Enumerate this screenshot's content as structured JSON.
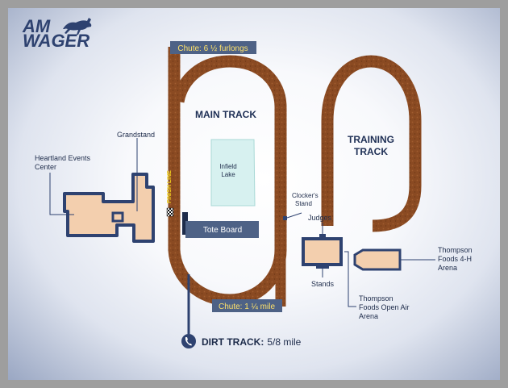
{
  "brand": {
    "line1": "AM",
    "line2": "WAGER"
  },
  "labels": {
    "chute_top": "Chute: 6 ½ furlongs",
    "chute_bottom": "Chute: 1 ¼ mile",
    "main_track": "MAIN TRACK",
    "training_track_1": "TRAINING",
    "training_track_2": "TRACK",
    "infield_lake_1": "Infield",
    "infield_lake_2": "Lake",
    "finish_line": "FINISH LINE",
    "tote_board": "Tote Board",
    "clockers_stand_1": "Clocker's",
    "clockers_stand_2": "Stand",
    "grandstand": "Grandstand",
    "heartland_1": "Heartland Events",
    "heartland_2": "Center",
    "judges": "Judges",
    "stands": "Stands",
    "open_air_1": "Thompson",
    "open_air_2": "Foods Open Air",
    "open_air_3": "Arena",
    "foods_4h_1": "Thompson",
    "foods_4h_2": "Foods 4-H",
    "foods_4h_3": "Arena",
    "dirt_track_bold": "DIRT TRACK:",
    "dirt_track_value": "5/8 mile"
  },
  "colors": {
    "dirt": "#8a4a22",
    "navy": "#2e4270",
    "building": "#f3cfae",
    "lake": "#d7f1f0",
    "label_bg": "#4e6286",
    "finish_yellow": "#f2d21c"
  },
  "icons": {
    "logo": "horse-and-jockey-icon",
    "dirt_track": "phone-icon"
  }
}
